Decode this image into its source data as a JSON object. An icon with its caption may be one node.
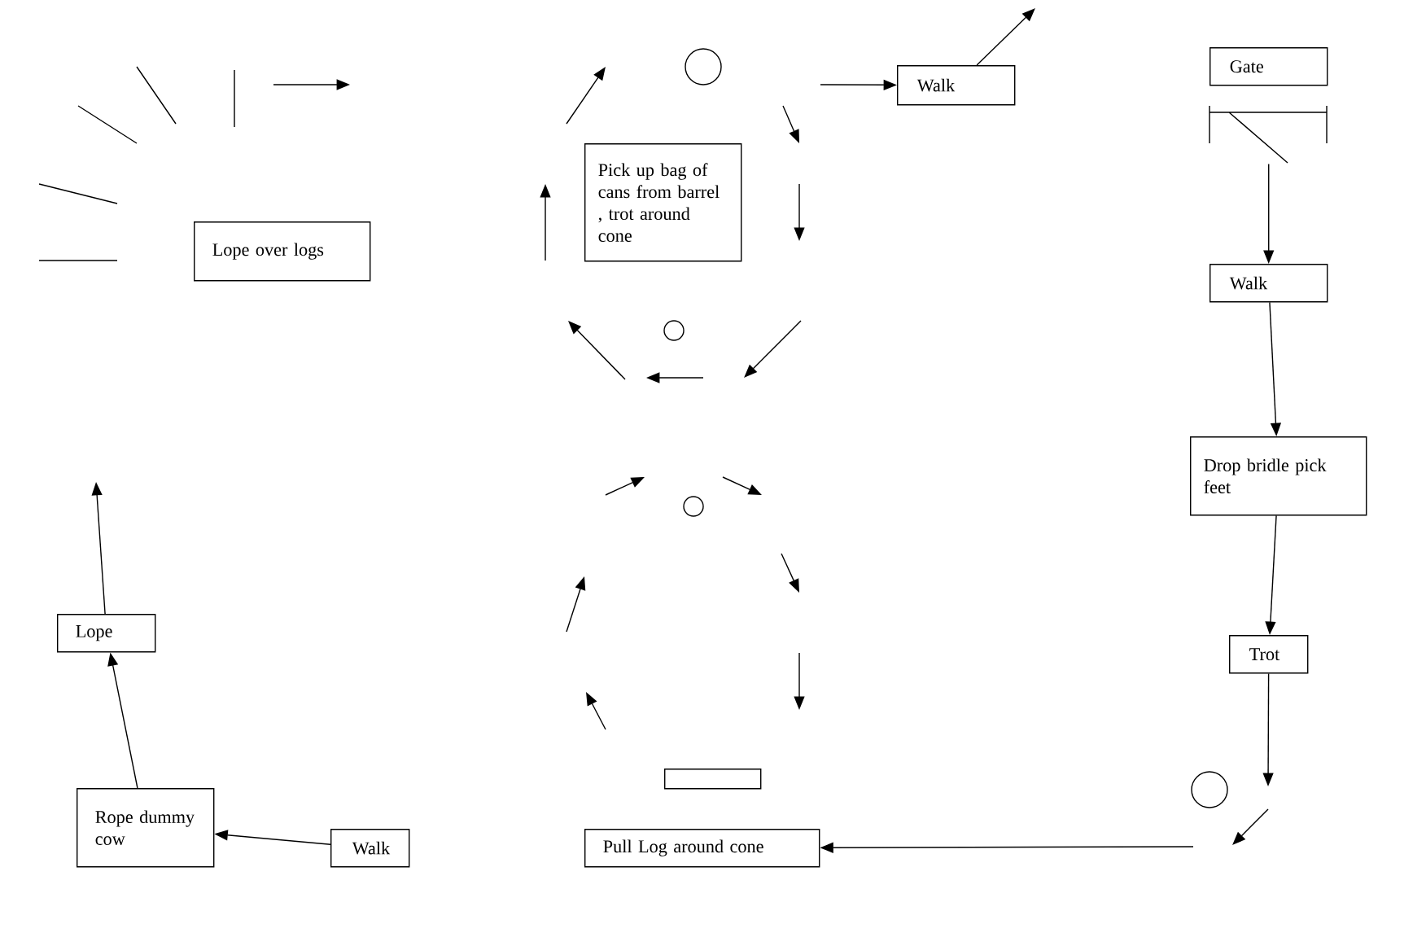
{
  "diagram": {
    "nodes": [
      {
        "text": [
          "Lope over logs"
        ]
      },
      {
        "text": [],
        "shape": "circle"
      },
      {
        "text": [
          "Pick up bag of cans from barrel , trot around cone"
        ]
      },
      {
        "text": [
          "Walk"
        ]
      },
      {
        "text": [
          "Gate"
        ]
      },
      {
        "text": [],
        "shape": "picture"
      },
      {
        "text": [],
        "shape": "circle"
      },
      {
        "text": [
          "Walk"
        ]
      },
      {
        "text": [
          "Drop bridle pick feet"
        ]
      },
      {
        "text": [],
        "shape": "circle"
      },
      {
        "text": [
          "Trot"
        ]
      },
      {
        "text": [],
        "shape": "bar"
      },
      {
        "text": [],
        "shape": "circle"
      },
      {
        "text": [
          "Rope dummy cow"
        ]
      },
      {
        "text": [
          "Walk"
        ]
      },
      {
        "text": [
          "Pull Log around cone"
        ]
      },
      {
        "text": [
          "Lope"
        ]
      }
    ],
    "edges": [
      {
        "from": 5,
        "to": 7,
        "arrow": "to"
      },
      {
        "from": 7,
        "to": 8,
        "arrow": "to"
      },
      {
        "from": 8,
        "to": 10,
        "arrow": "to"
      },
      {
        "from": 10,
        "to": null,
        "arrow": "to"
      },
      {
        "from": null,
        "to": 15,
        "arrow": "to"
      },
      {
        "from": 14,
        "to": 13,
        "arrow": "to"
      },
      {
        "from": 13,
        "to": 16,
        "arrow": "to"
      },
      {
        "from": 16,
        "to": null,
        "arrow": "to"
      },
      {
        "from": null,
        "to": 3,
        "arrow": "to"
      },
      {
        "from": 3,
        "to": null,
        "arrow": "to"
      }
    ]
  }
}
